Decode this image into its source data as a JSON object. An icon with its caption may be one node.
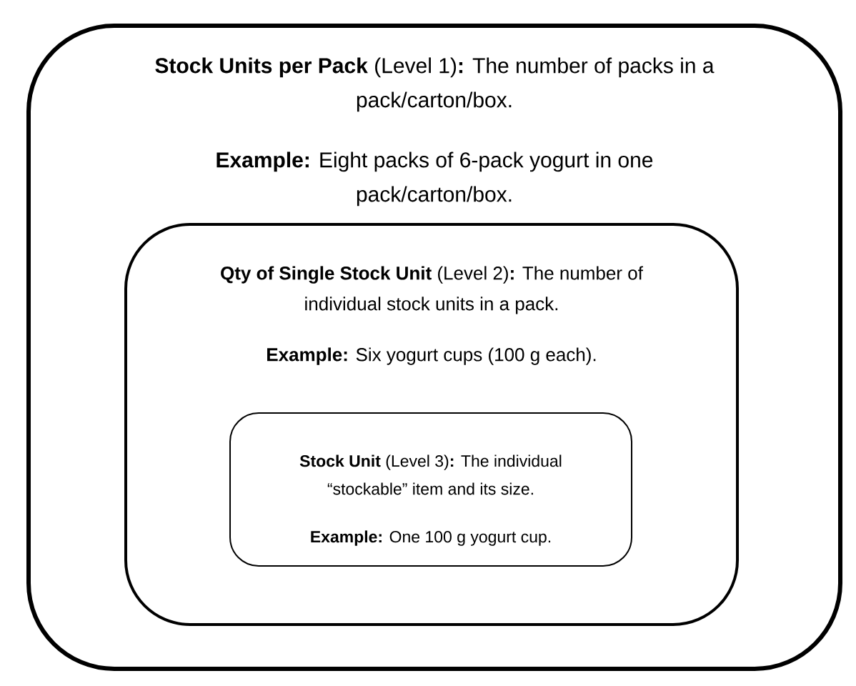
{
  "diagram": {
    "nodes": [
      {
        "text": [
          "**Stock Units per Pack** (Level 1)**:** The number of packs in a pack/carton/box.",
          "**Example:** Eight packs of 6-pack yogurt in one pack/carton/box."
        ]
      },
      {
        "text": [
          "**Qty of Single Stock Unit** (Level 2)**:** The number of individual stock units in a pack.",
          "**Example:** Six yogurt cups (100 g each)."
        ],
        "in": 0
      },
      {
        "text": [
          "**Stock Unit** (Level 3)**:** The individual “stockable” item and its size.",
          "**Example:** One 100 g yogurt cup."
        ],
        "in": 1
      }
    ]
  }
}
